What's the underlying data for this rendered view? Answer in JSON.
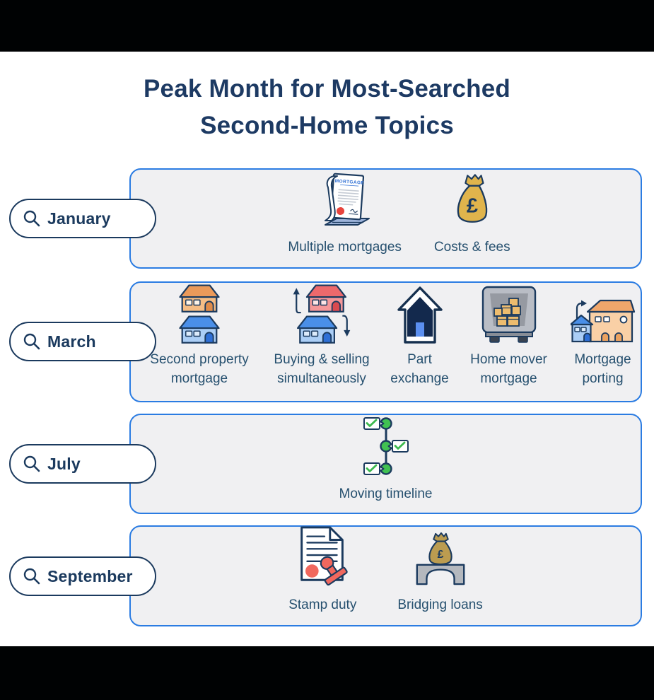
{
  "title": {
    "line1": "Peak Month for Most-Searched",
    "line2": "Second-Home Topics"
  },
  "colors": {
    "bar": "#000203",
    "navy": "#1b3a5e",
    "accent-blue": "#2b7ce2",
    "box-bg": "#f0f0f2",
    "label-text": "#26506f",
    "title-text": "#1d3a63",
    "gold": "#e0b44c",
    "olive": "#bb9c50",
    "red-seal": "#e8443d",
    "coral": "#f0685e",
    "green": "#41c152"
  },
  "rows": [
    {
      "month": "January",
      "topics": [
        {
          "label": "Multiple mortgages",
          "icon": "mortgage-document-icon"
        },
        {
          "label": "Costs & fees",
          "icon": "money-bag-icon"
        }
      ]
    },
    {
      "month": "March",
      "topics": [
        {
          "label": "Second property mortgage",
          "icon": "stacked-houses-icon"
        },
        {
          "label": "Buying & selling simultaneously",
          "icon": "houses-swap-icon"
        },
        {
          "label": "Part exchange",
          "icon": "part-exchange-house-icon"
        },
        {
          "label": "Home mover mortgage",
          "icon": "moving-truck-icon"
        },
        {
          "label": "Mortgage porting",
          "icon": "house-porting-icon"
        }
      ]
    },
    {
      "month": "July",
      "topics": [
        {
          "label": "Moving timeline",
          "icon": "moving-timeline-icon"
        }
      ]
    },
    {
      "month": "September",
      "topics": [
        {
          "label": "Stamp duty",
          "icon": "stamp-document-icon"
        },
        {
          "label": "Bridging loans",
          "icon": "bridge-money-bag-icon"
        }
      ]
    }
  ],
  "icon_text": {
    "mortgage_header": "MORTGAGE",
    "pound": "£"
  }
}
